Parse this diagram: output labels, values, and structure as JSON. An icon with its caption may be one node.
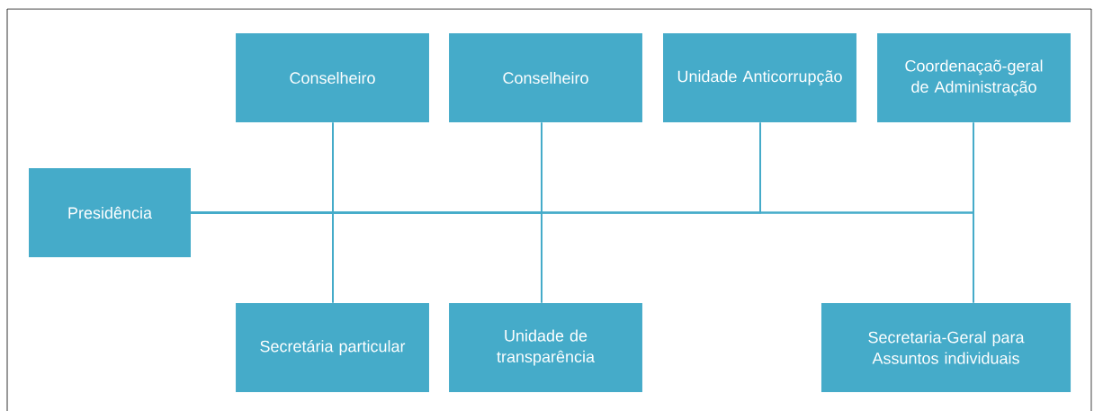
{
  "diagram": {
    "nodes": [
      {
        "text": [
          "Presidência"
        ]
      },
      {
        "text": [
          "Conselheiro"
        ]
      },
      {
        "text": [
          "Conselheiro"
        ]
      },
      {
        "text": [
          "Unidade Anticorrupção"
        ]
      },
      {
        "text": [
          "Coordenaçaõ-geral de Administração"
        ]
      },
      {
        "text": [
          "Secretária particular"
        ]
      },
      {
        "text": [
          "Unidade de transparência"
        ]
      },
      {
        "text": [
          "Secretaria-Geral para Assuntos individuais"
        ]
      }
    ],
    "edges": [
      {
        "from": 0,
        "to": 1,
        "arrow": "none"
      },
      {
        "from": 0,
        "to": 2,
        "arrow": "none"
      },
      {
        "from": 0,
        "to": 3,
        "arrow": "none"
      },
      {
        "from": 0,
        "to": 4,
        "arrow": "none"
      },
      {
        "from": 0,
        "to": 5,
        "arrow": "none"
      },
      {
        "from": 0,
        "to": 6,
        "arrow": "none"
      },
      {
        "from": 0,
        "to": 7,
        "arrow": "none"
      }
    ]
  }
}
